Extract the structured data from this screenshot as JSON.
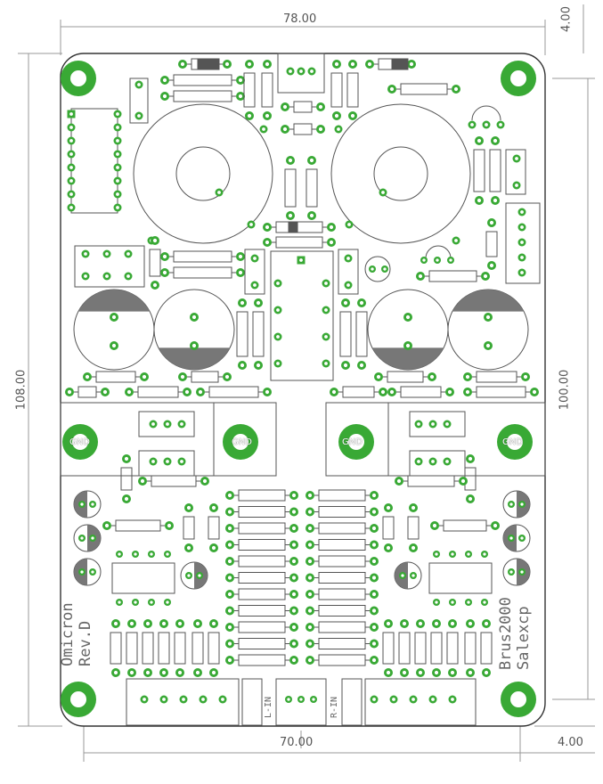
{
  "dimensions": {
    "top_width": "78.00",
    "bottom_width": "70.00",
    "left_height": "108.00",
    "right_height": "100.00",
    "top_right_offset": "4.00",
    "bottom_right_offset": "4.00"
  },
  "silkscreen": {
    "title_line1": "Omicron",
    "title_line2": "Rev.D",
    "author_line1": "Brus2000",
    "author_line2": "Salexcp",
    "input_left": "L-IN",
    "input_right": "R-IN",
    "gnd_label": "GND"
  },
  "colors": {
    "board_fill": "#ffffff",
    "outline": "#333333",
    "copper": "#39a935",
    "drill": "#ffffff",
    "silk": "#555555",
    "cap_band": "#777777",
    "dim_line": "#999999"
  }
}
